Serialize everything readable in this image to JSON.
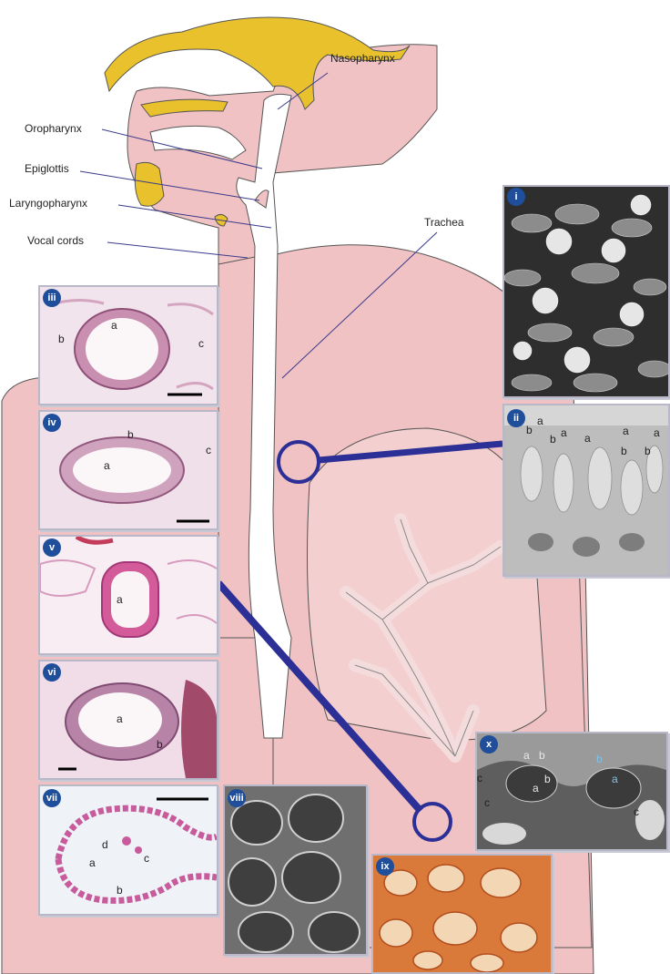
{
  "anatomy_labels": {
    "nasopharynx": "Nasopharynx",
    "oropharynx": "Oropharynx",
    "epiglottis": "Epiglottis",
    "laryngopharynx": "Laryngopharynx",
    "vocal_cords": "Vocal cords",
    "trachea": "Trachea"
  },
  "panels": {
    "i": {
      "badge": "i"
    },
    "ii": {
      "badge": "ii",
      "letters": [
        "b",
        "a",
        "b",
        "a",
        "a",
        "b",
        "b",
        "a",
        "a"
      ]
    },
    "iii": {
      "badge": "iii",
      "letters": [
        "a",
        "b",
        "c"
      ]
    },
    "iv": {
      "badge": "iv",
      "letters": [
        "b",
        "a",
        "c"
      ]
    },
    "v": {
      "badge": "v",
      "letters": [
        "a"
      ]
    },
    "vi": {
      "badge": "vi",
      "letters": [
        "a",
        "b"
      ]
    },
    "vii": {
      "badge": "vii",
      "letters": [
        "d",
        "a",
        "c",
        "b"
      ]
    },
    "viii": {
      "badge": "viii"
    },
    "ix": {
      "badge": "ix"
    },
    "x": {
      "badge": "x",
      "letters": [
        "a",
        "b",
        "b",
        "a",
        "c",
        "c",
        "b",
        "a",
        "c"
      ]
    }
  },
  "colors": {
    "tissue_pink": "#f1c2c3",
    "tissue_stroke": "#555555",
    "bone_yellow": "#e8c12d",
    "airway_white": "#ffffff",
    "connector_blue": "#2b2f96",
    "badge_blue": "#1f4e9a",
    "leader_line": "#3a3a8c"
  }
}
